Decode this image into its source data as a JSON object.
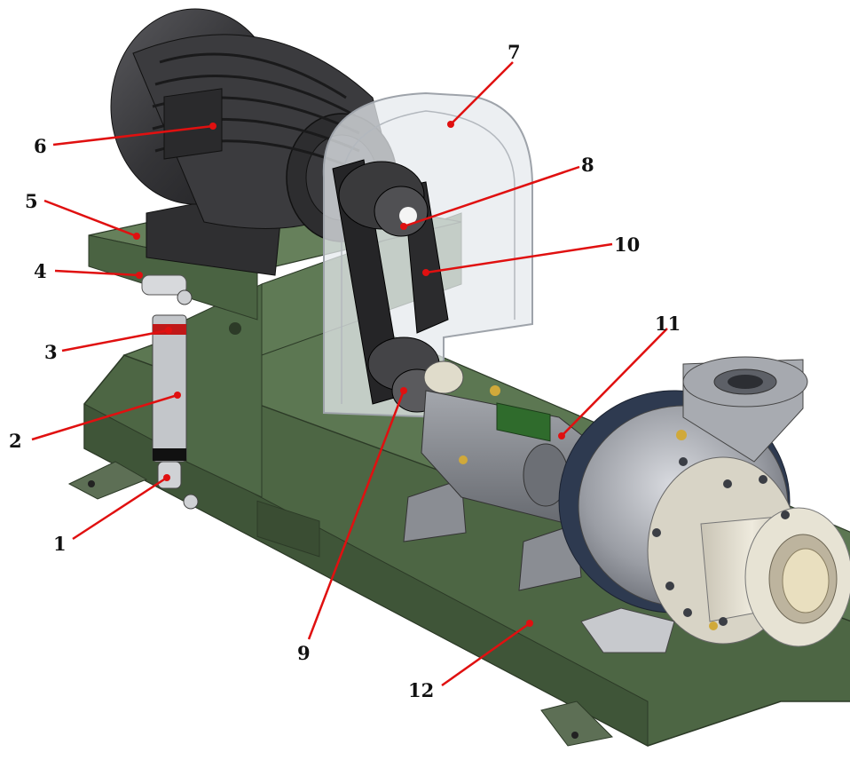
{
  "diagram": {
    "callouts": [
      {
        "id": "1",
        "label": "1"
      },
      {
        "id": "2",
        "label": "2"
      },
      {
        "id": "3",
        "label": "3"
      },
      {
        "id": "4",
        "label": "4"
      },
      {
        "id": "5",
        "label": "5"
      },
      {
        "id": "6",
        "label": "6"
      },
      {
        "id": "7",
        "label": "7"
      },
      {
        "id": "8",
        "label": "8"
      },
      {
        "id": "9",
        "label": "9"
      },
      {
        "id": "10",
        "label": "10"
      },
      {
        "id": "11",
        "label": "11"
      },
      {
        "id": "12",
        "label": "12"
      }
    ],
    "colors": {
      "leader": "#e01010",
      "frame": "#56704a",
      "frame_dark": "#3d5236",
      "motor": "#3a3a3c",
      "pump": "#8d9096",
      "guard": "#e7eaee"
    }
  }
}
